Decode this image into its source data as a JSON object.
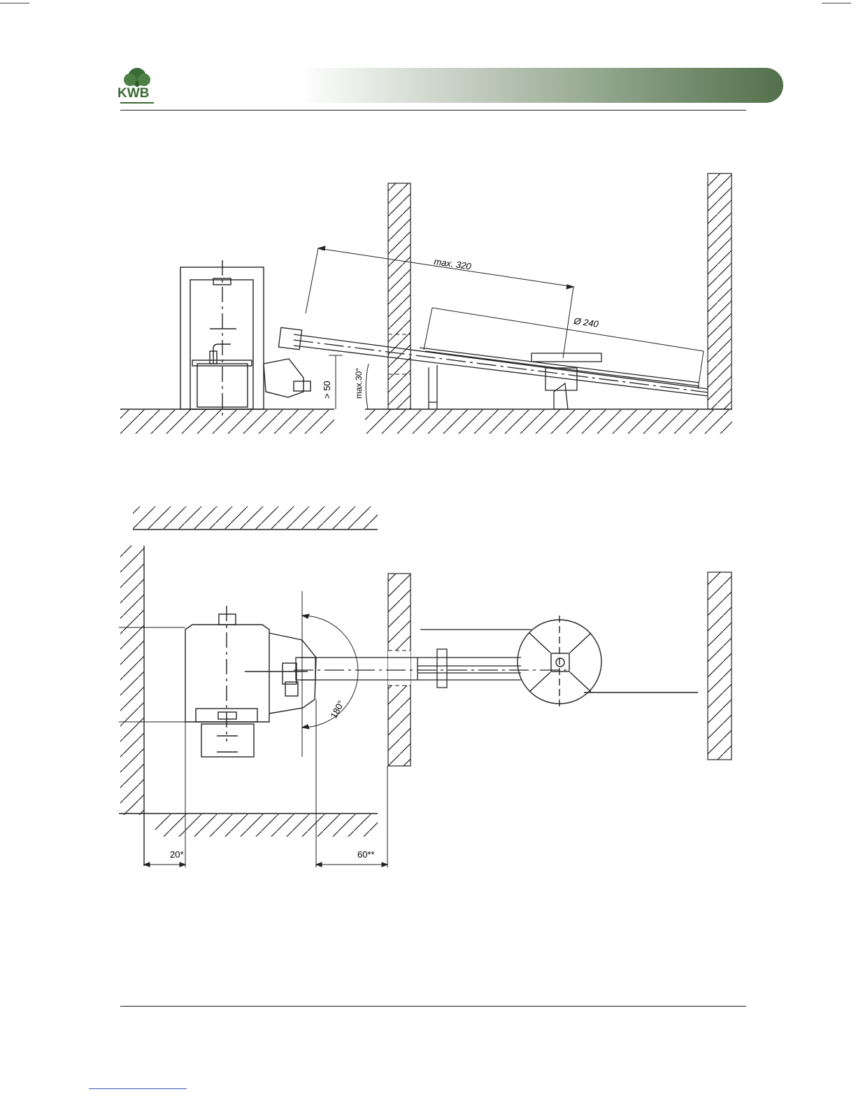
{
  "header": {
    "logo_text": "KWB",
    "gradient_start": "#ffffff",
    "gradient_end": "#52704a",
    "logo_color": "#3a6b35"
  },
  "side_view": {
    "dim_length": "max. 320",
    "dim_diameter": "Ø 240",
    "dim_height": "> 50",
    "dim_angle": "max.30°"
  },
  "top_view": {
    "dim_angle": "180°",
    "dim_left": "20*",
    "dim_right": "60**"
  }
}
